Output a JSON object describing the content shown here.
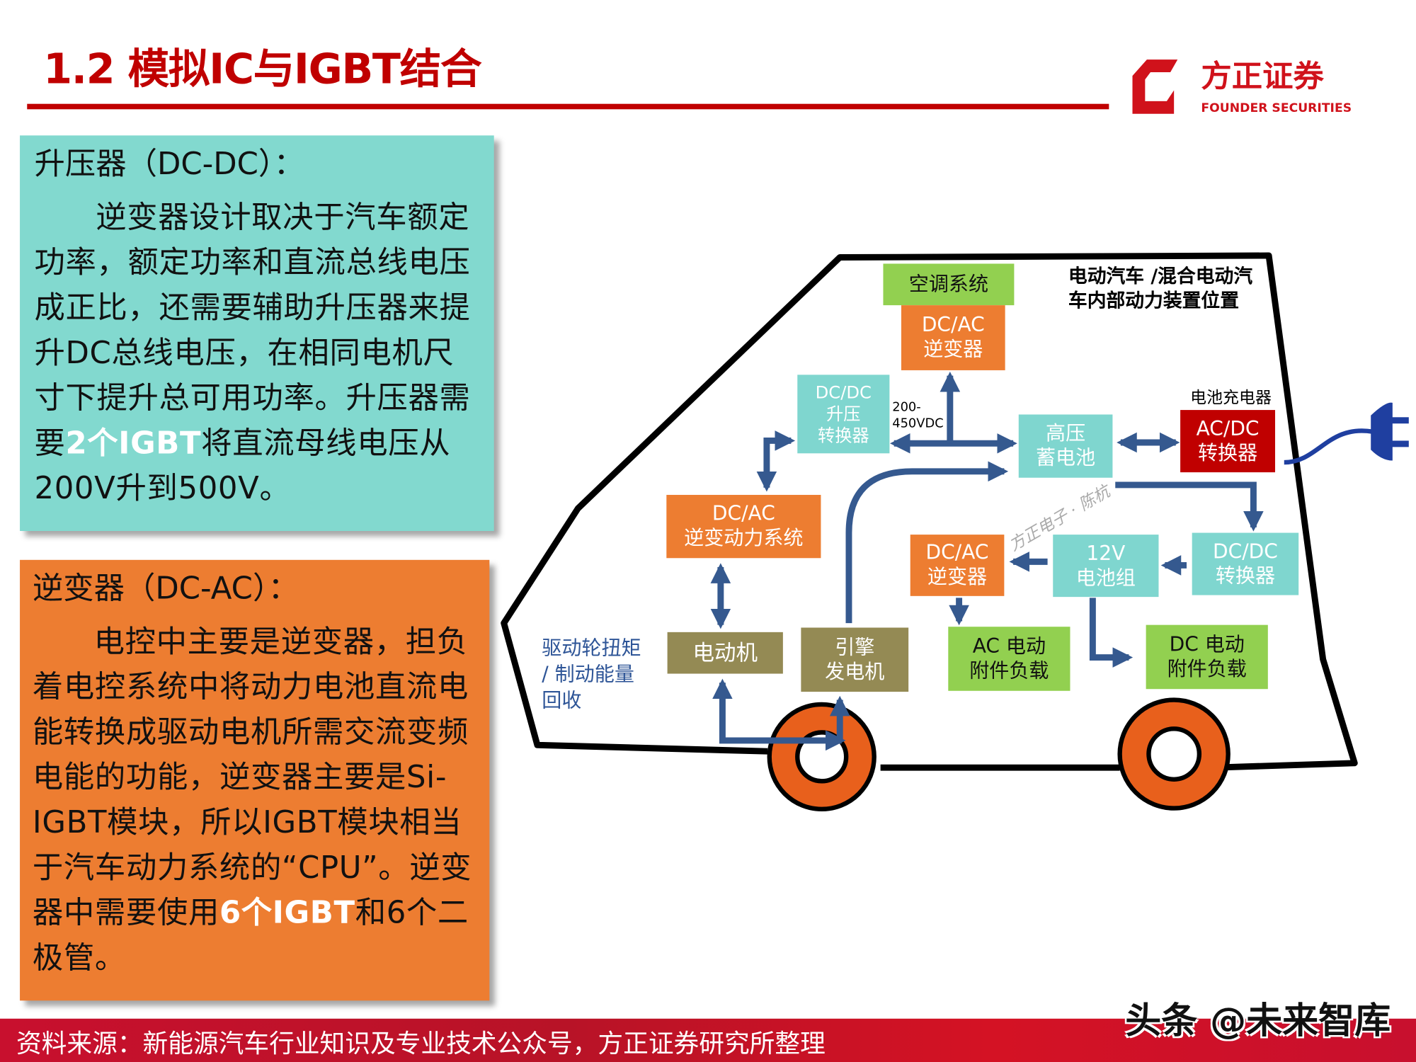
{
  "header": {
    "title": "1.2 模拟IC与IGBT结合",
    "logo_cn": "方正证券",
    "logo_en": "FOUNDER SECURITIES",
    "brand_color": "#c00000"
  },
  "boost_panel": {
    "heading": "升压器（DC-DC）：",
    "text_a": "逆变器设计取决于汽车额定功率，额定功率和直流总线电压成正比，还需要辅助升压器来提升DC总线电压，在相同电机尺寸下提升总可用功率。升压器需要",
    "highlight": "2个IGBT",
    "text_b": "将直流母线电压从200V升到500V。",
    "color": "#82d9cf"
  },
  "inverter_panel": {
    "heading": "逆变器（DC-AC）：",
    "text_a": "电控中主要是逆变器，担负着电控系统中将动力电池直流电能转换成驱动电机所需交流变频电能的功能，逆变器主要是Si-IGBT模块，所以IGBT模块相当于汽车动力系统的“CPU”。逆变器中需要使用",
    "highlight": "6个IGBT",
    "text_b": "和6个二极管。",
    "color": "#ed7d31"
  },
  "diagram": {
    "title_line1": "电动汽车 /混合电动汽",
    "title_line2": "车内部动力装置位置",
    "charger_label": "电池充电器",
    "voltage_line1": "200-",
    "voltage_line2": "450VDC",
    "regen_line1": "驱动轮扭矩",
    "regen_line2": "/  制动能量",
    "regen_line3": "回收",
    "watermark": "方正电子 · 陈杭",
    "boxes": {
      "ac_system": [
        "空调系统"
      ],
      "dcac_top": [
        "DC/AC",
        "逆变器"
      ],
      "dcdc_boost": [
        "DC/DC",
        "升压",
        "转换器"
      ],
      "hv_battery": [
        "高压",
        "蓄电池"
      ],
      "acdc": [
        "AC/DC",
        "转换器"
      ],
      "dcac_drive": [
        "DC/AC",
        "逆变动力系统"
      ],
      "dcac_mid": [
        "DC/AC",
        "逆变器"
      ],
      "battery_12v": [
        "12V",
        "电池组"
      ],
      "dcdc": [
        "DC/DC",
        "转换器"
      ],
      "motor": [
        "电动机"
      ],
      "engine_gen": [
        "引擎",
        "发电机"
      ],
      "ac_load": [
        "AC 电动",
        "附件负载"
      ],
      "dc_load": [
        "DC 电动",
        "附件负载"
      ]
    },
    "arrow_color": "#35598f",
    "wheel_color": "#e8601c",
    "plug_icon": "power-plug-icon"
  },
  "footer": {
    "source": "资料来源：新能源汽车行业知识及专业技术公众号，方正证券研究所整理",
    "watermark": "头条 @未来智库"
  }
}
